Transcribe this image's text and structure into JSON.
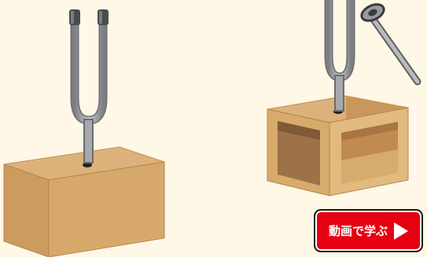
{
  "cta": {
    "label": "動画で学ぶ",
    "icon": "play-icon",
    "background_color": "#e60012"
  },
  "scene": {
    "left_object": "tuning-fork-on-closed-box",
    "right_object": "tuning-fork-on-open-resonance-box",
    "tool": "rubber-mallet"
  },
  "colors": {
    "background": "#fff8e6",
    "wood": "#d8ab70",
    "fork_metal": "#9fa0a3"
  }
}
